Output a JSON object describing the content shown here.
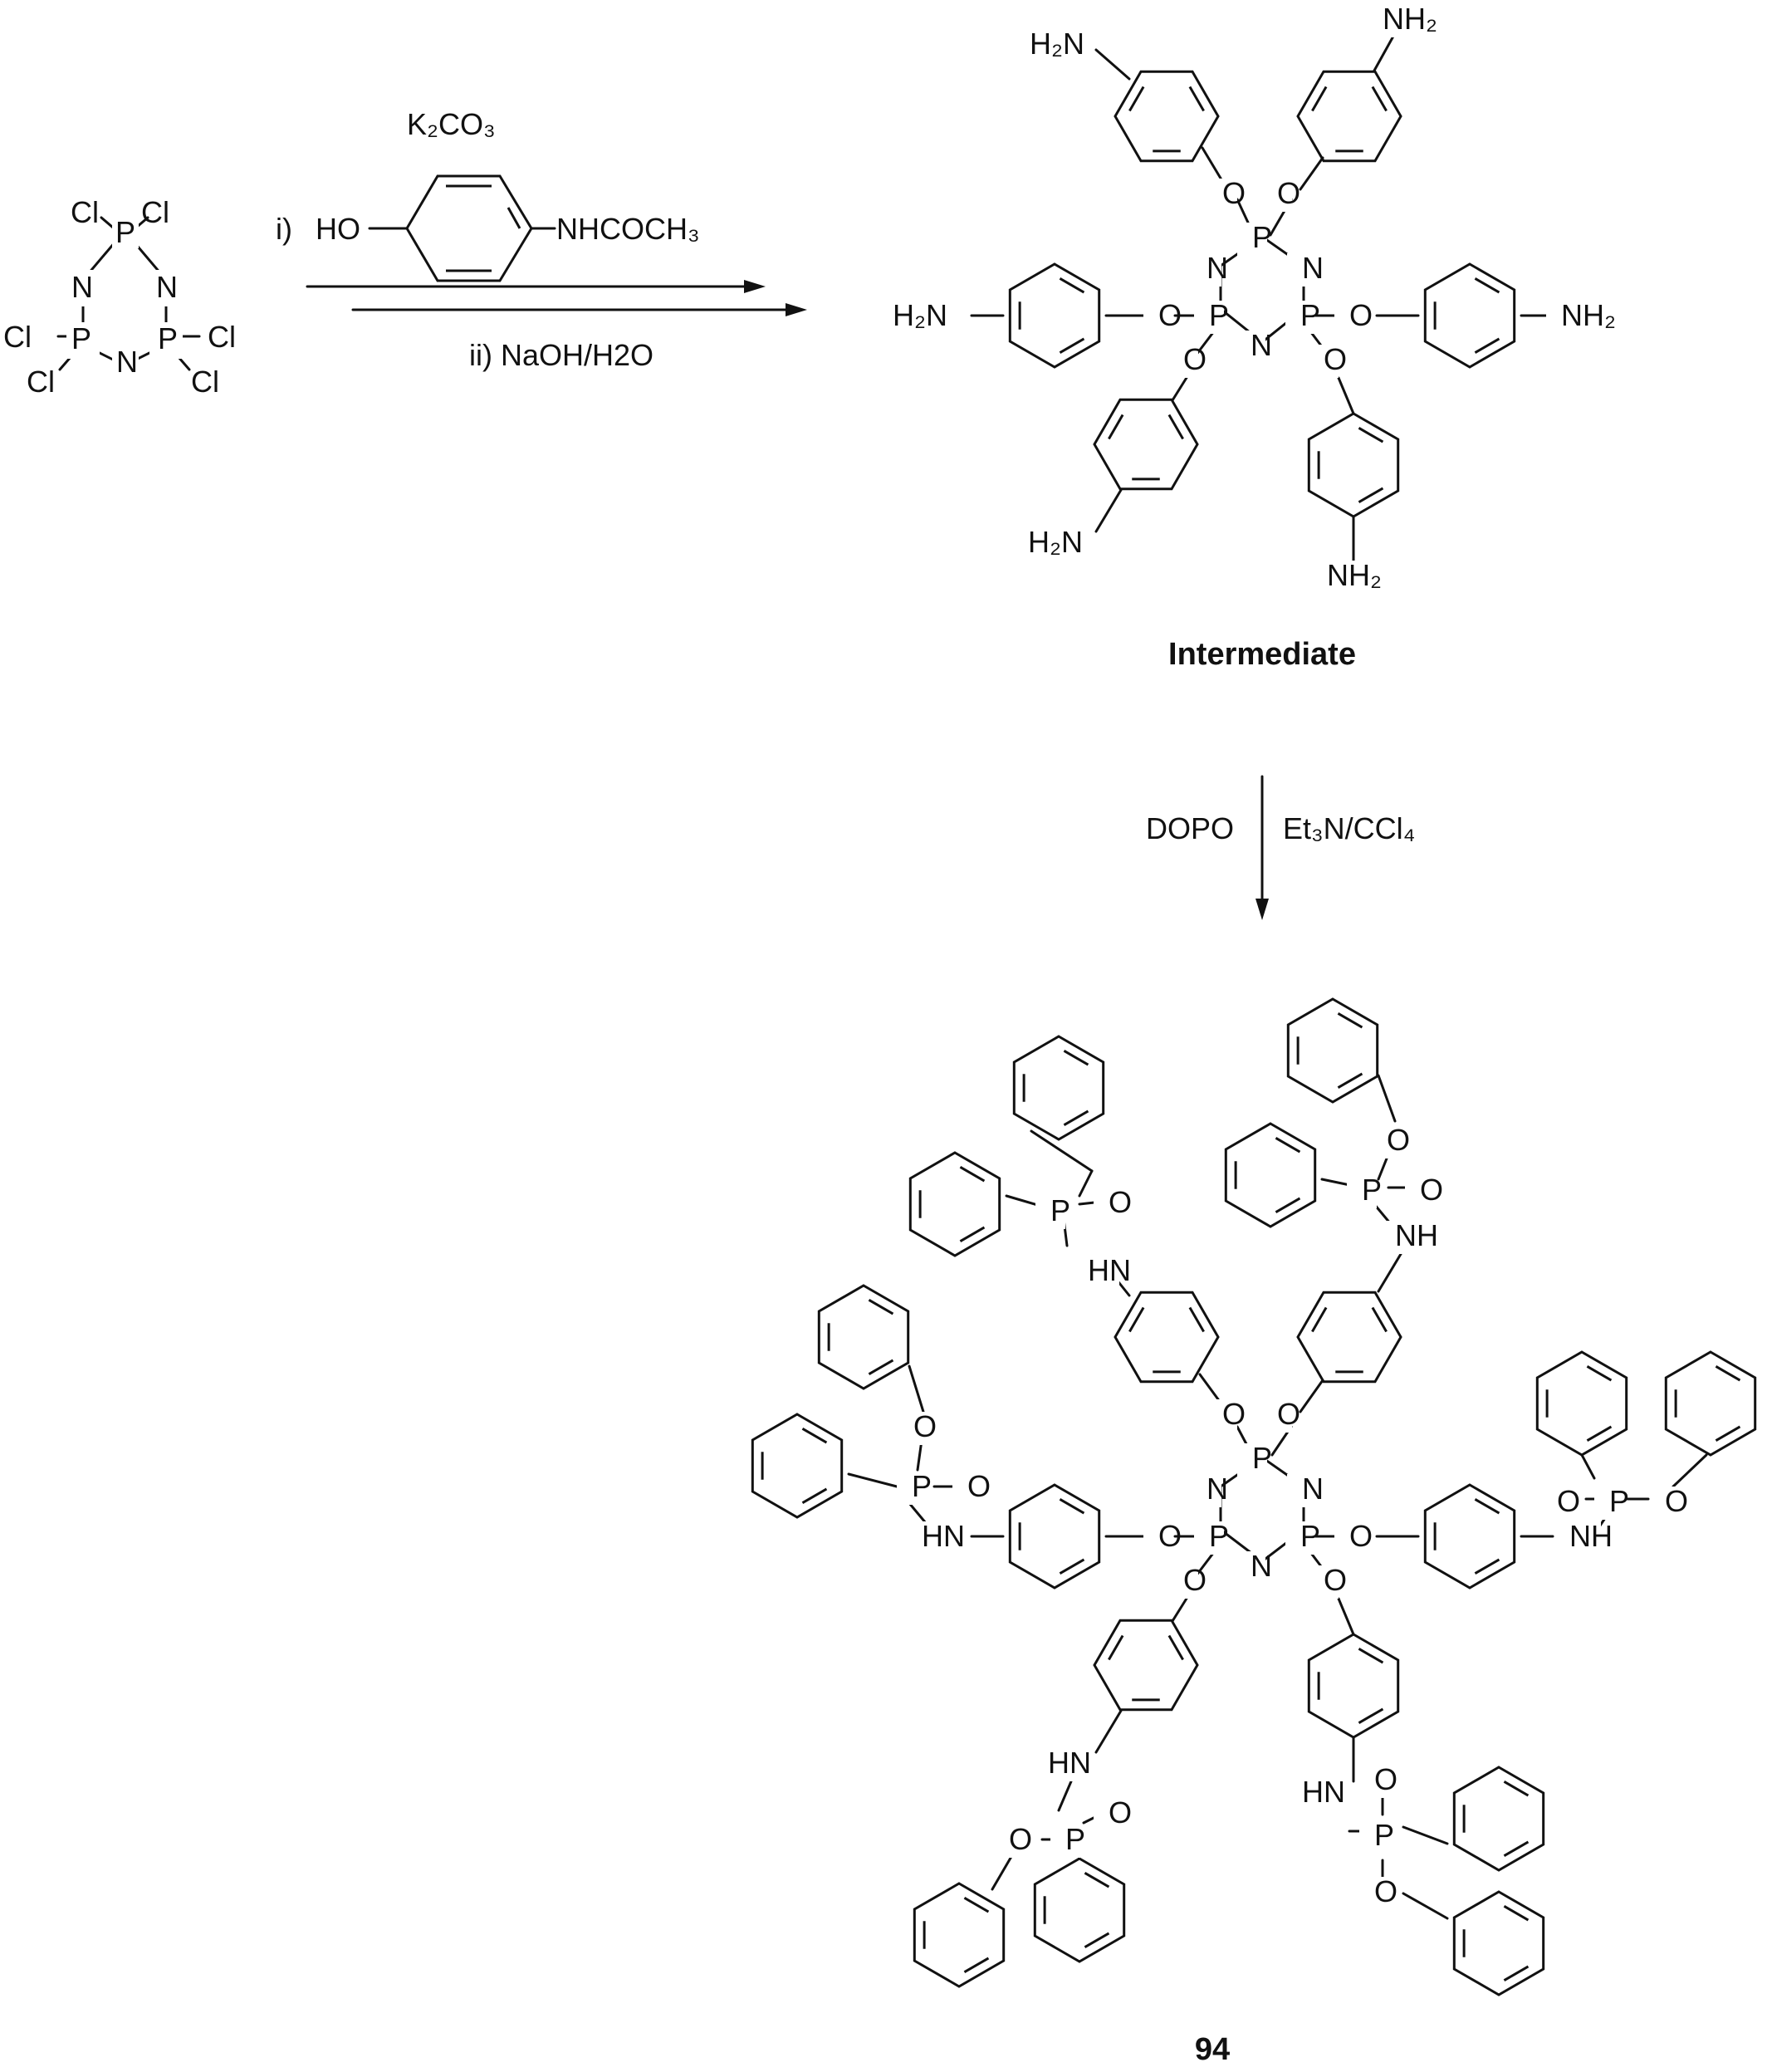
{
  "title": "",
  "scheme": {
    "reagent_top": "K₂CO₃",
    "step_i_prefix": "i)",
    "step_i_phenol_left": "HO",
    "step_i_phenol_right": "NHCOCH₃",
    "step_ii": "ii) NaOH/H2O",
    "step2_left": "DOPO",
    "step2_right": "Et₃N/CCl₄",
    "intermediate_label": "Intermediate",
    "product_label": "94"
  },
  "hccp": {
    "cl": "Cl",
    "p": "P",
    "n": "N"
  },
  "intermediate": {
    "nh2_right": "NH₂",
    "nh2_left": "H₂N",
    "o": "O",
    "p": "P",
    "n": "N"
  },
  "product": {
    "nh_right": "NH",
    "nh_left": "HN",
    "o": "O",
    "p": "P",
    "n": "N",
    "po_double": "O"
  },
  "colors": {
    "ink": "#111111",
    "background": "#ffffff"
  }
}
